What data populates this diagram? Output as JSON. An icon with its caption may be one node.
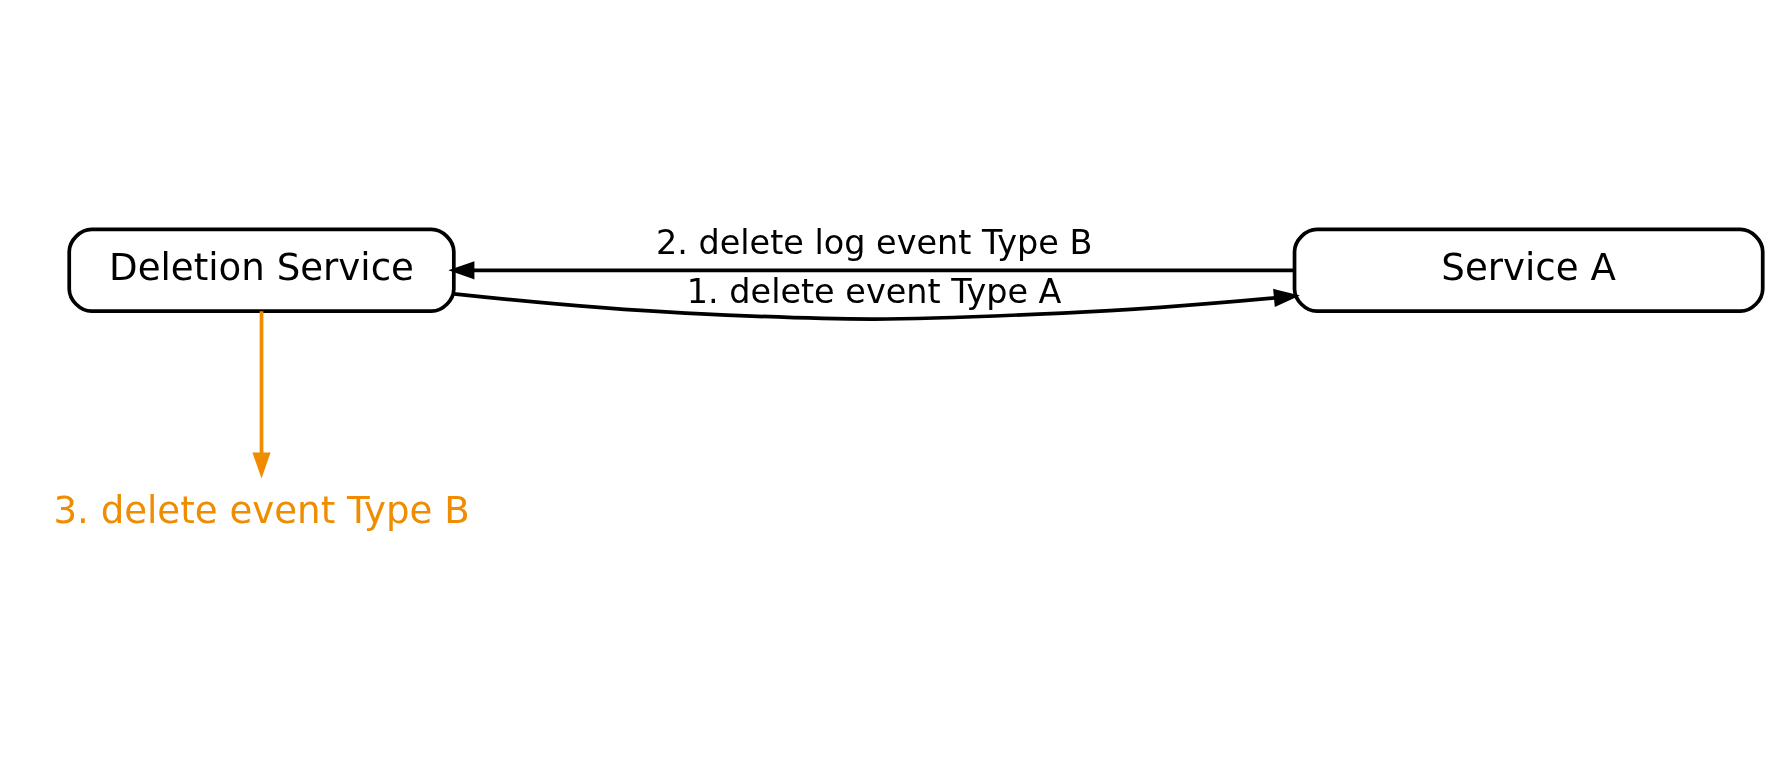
{
  "diagram": {
    "nodes": [
      {
        "text": [
          "Deletion Service"
        ]
      },
      {
        "text": [
          "Service A"
        ]
      },
      {
        "text": [
          "3. delete event Type B"
        ]
      }
    ],
    "edges": [
      {
        "from": 0,
        "to": 1,
        "arrow": "to",
        "label": "1. delete event Type A"
      },
      {
        "from": 1,
        "to": 0,
        "arrow": "to",
        "label": "2. delete log event Type B"
      },
      {
        "from": 0,
        "to": 2,
        "arrow": "to",
        "color": "#f08c00"
      }
    ]
  }
}
